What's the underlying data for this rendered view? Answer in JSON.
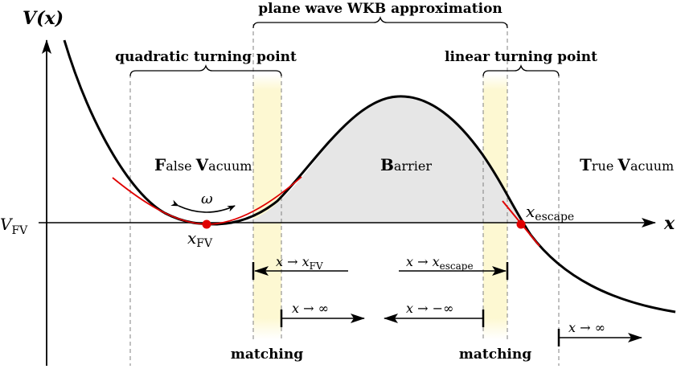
{
  "diagram": {
    "axes": {
      "y_label": "V(x)",
      "x_label": "x",
      "v_fv_label": "V",
      "v_fv_sub": "FV"
    },
    "braces": {
      "wkb": "plane wave WKB approximation",
      "quadratic": "quadratic turning point",
      "linear": "linear turning point"
    },
    "regions": {
      "false_vacuum": {
        "cap1": "F",
        "rest1": "alse ",
        "cap2": "V",
        "rest2": "acuum"
      },
      "barrier": {
        "cap1": "B",
        "rest1": "arrier"
      },
      "true_vacuum": {
        "cap1": "T",
        "rest1": "rue ",
        "cap2": "V",
        "rest2": "acuum"
      }
    },
    "points": {
      "x_fv": {
        "main": "x",
        "sub": "FV"
      },
      "x_escape": {
        "main": "x",
        "sub": "escape"
      }
    },
    "omega": "ω",
    "arrows": {
      "to_xfv": {
        "main": "x → x",
        "sub": "FV"
      },
      "to_xescape": {
        "main": "x → x",
        "sub": "escape"
      },
      "to_inf_left_band": "x → ∞",
      "to_minus_inf": "x → −∞",
      "to_inf_right": "x → ∞"
    },
    "matching_left": "matching",
    "matching_right": "matching",
    "colors": {
      "curve": "#000000",
      "approx": "#e00000",
      "barrier_fill": "#e6e6e6",
      "matching_band": "#fdf8d2",
      "dashed": "#808080"
    }
  }
}
